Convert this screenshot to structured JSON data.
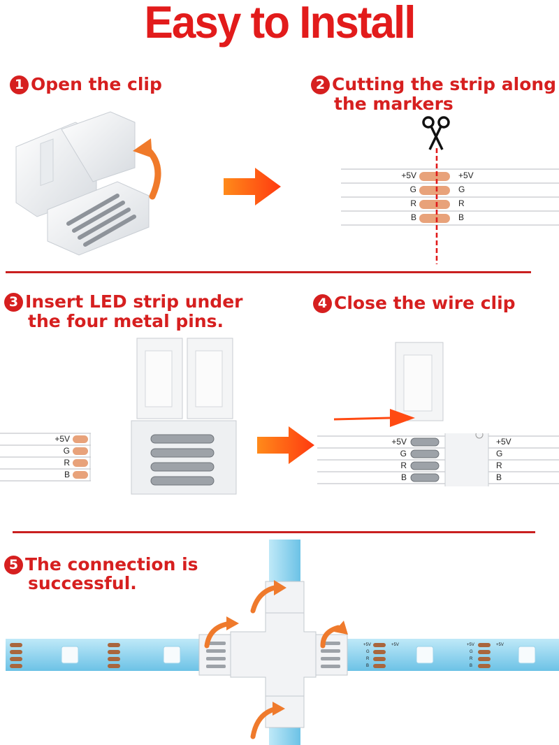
{
  "title": "Easy to Install",
  "steps": [
    {
      "number": "1",
      "text": "Open the clip"
    },
    {
      "number": "2",
      "line1": "Cutting the strip along",
      "line2": "the markers"
    },
    {
      "number": "3",
      "line1": "Insert LED strip under",
      "line2": "the four metal pins."
    },
    {
      "number": "4",
      "text": "Close the wire clip"
    },
    {
      "number": "5",
      "line1": "The connection is",
      "line2": "successful."
    }
  ],
  "pin_labels": [
    "+5V",
    "G",
    "R",
    "B"
  ],
  "colors": {
    "accent_red": "#d61f1f",
    "arrow_orange": "#ff5a12",
    "copper_pad": "#e8a27a",
    "led_strip_blue": "#8fd3ef"
  },
  "icons": [
    "scissors-icon",
    "right-arrow-icon",
    "curved-arrow-icon"
  ]
}
